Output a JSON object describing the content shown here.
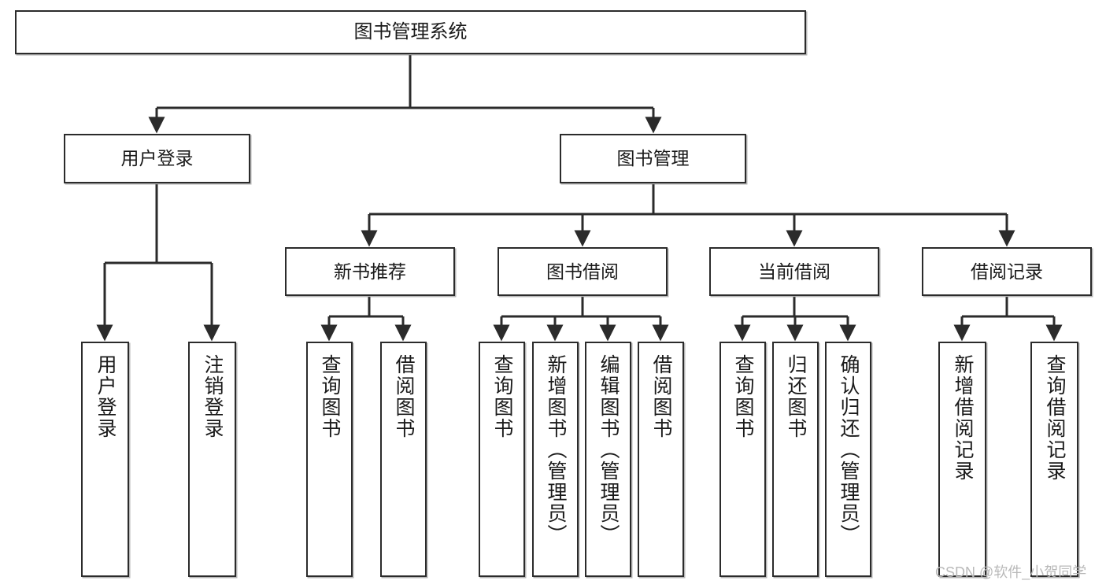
{
  "diagram": {
    "type": "tree-hierarchy",
    "title": "图书管理系统",
    "watermark": "CSDN @软件_小贺同学",
    "colors": {
      "background": "#ffffff",
      "node_border": "#2b2b2b",
      "node_fill": "#ffffff",
      "edge": "#2b2b2b",
      "text": "#1a1a1a",
      "watermark": "#b9b9b9"
    },
    "levels": {
      "root": "图书管理系统",
      "level1": [
        "用户登录",
        "图书管理"
      ],
      "level2": [
        "新书推荐",
        "图书借阅",
        "当前借阅",
        "借阅记录"
      ]
    },
    "nodes": {
      "root": {
        "label": "图书管理系统"
      },
      "user_login": {
        "label": "用户登录"
      },
      "book_manage": {
        "label": "图书管理"
      },
      "new_book_rec": {
        "label": "新书推荐"
      },
      "book_borrow": {
        "label": "图书借阅"
      },
      "current_borrow": {
        "label": "当前借阅"
      },
      "borrow_record": {
        "label": "借阅记录"
      },
      "leaf_user_login": {
        "label": "用户登录"
      },
      "leaf_logout": {
        "label": "注销登录"
      },
      "leaf_query_book_1": {
        "label": "查询图书"
      },
      "leaf_borrow_book_1": {
        "label": "借阅图书"
      },
      "leaf_query_book_2": {
        "label": "查询图书"
      },
      "leaf_add_book": {
        "label": "新增图书（管理员）"
      },
      "leaf_edit_book": {
        "label": "编辑图书（管理员）"
      },
      "leaf_borrow_book_2": {
        "label": "借阅图书"
      },
      "leaf_query_book_3": {
        "label": "查询图书"
      },
      "leaf_return_book": {
        "label": "归还图书"
      },
      "leaf_confirm_return": {
        "label": "确认归还（管理员）"
      },
      "leaf_add_record": {
        "label": "新增借阅记录"
      },
      "leaf_query_record": {
        "label": "查询借阅记录"
      }
    },
    "edges": [
      {
        "from": "root",
        "to": "user_login"
      },
      {
        "from": "root",
        "to": "book_manage"
      },
      {
        "from": "user_login",
        "to": "leaf_user_login"
      },
      {
        "from": "user_login",
        "to": "leaf_logout"
      },
      {
        "from": "book_manage",
        "to": "new_book_rec"
      },
      {
        "from": "book_manage",
        "to": "book_borrow"
      },
      {
        "from": "book_manage",
        "to": "current_borrow"
      },
      {
        "from": "book_manage",
        "to": "borrow_record"
      },
      {
        "from": "new_book_rec",
        "to": "leaf_query_book_1"
      },
      {
        "from": "new_book_rec",
        "to": "leaf_borrow_book_1"
      },
      {
        "from": "book_borrow",
        "to": "leaf_query_book_2"
      },
      {
        "from": "book_borrow",
        "to": "leaf_add_book"
      },
      {
        "from": "book_borrow",
        "to": "leaf_edit_book"
      },
      {
        "from": "book_borrow",
        "to": "leaf_borrow_book_2"
      },
      {
        "from": "current_borrow",
        "to": "leaf_query_book_3"
      },
      {
        "from": "current_borrow",
        "to": "leaf_return_book"
      },
      {
        "from": "current_borrow",
        "to": "leaf_confirm_return"
      },
      {
        "from": "borrow_record",
        "to": "leaf_add_record"
      },
      {
        "from": "borrow_record",
        "to": "leaf_query_record"
      }
    ]
  }
}
